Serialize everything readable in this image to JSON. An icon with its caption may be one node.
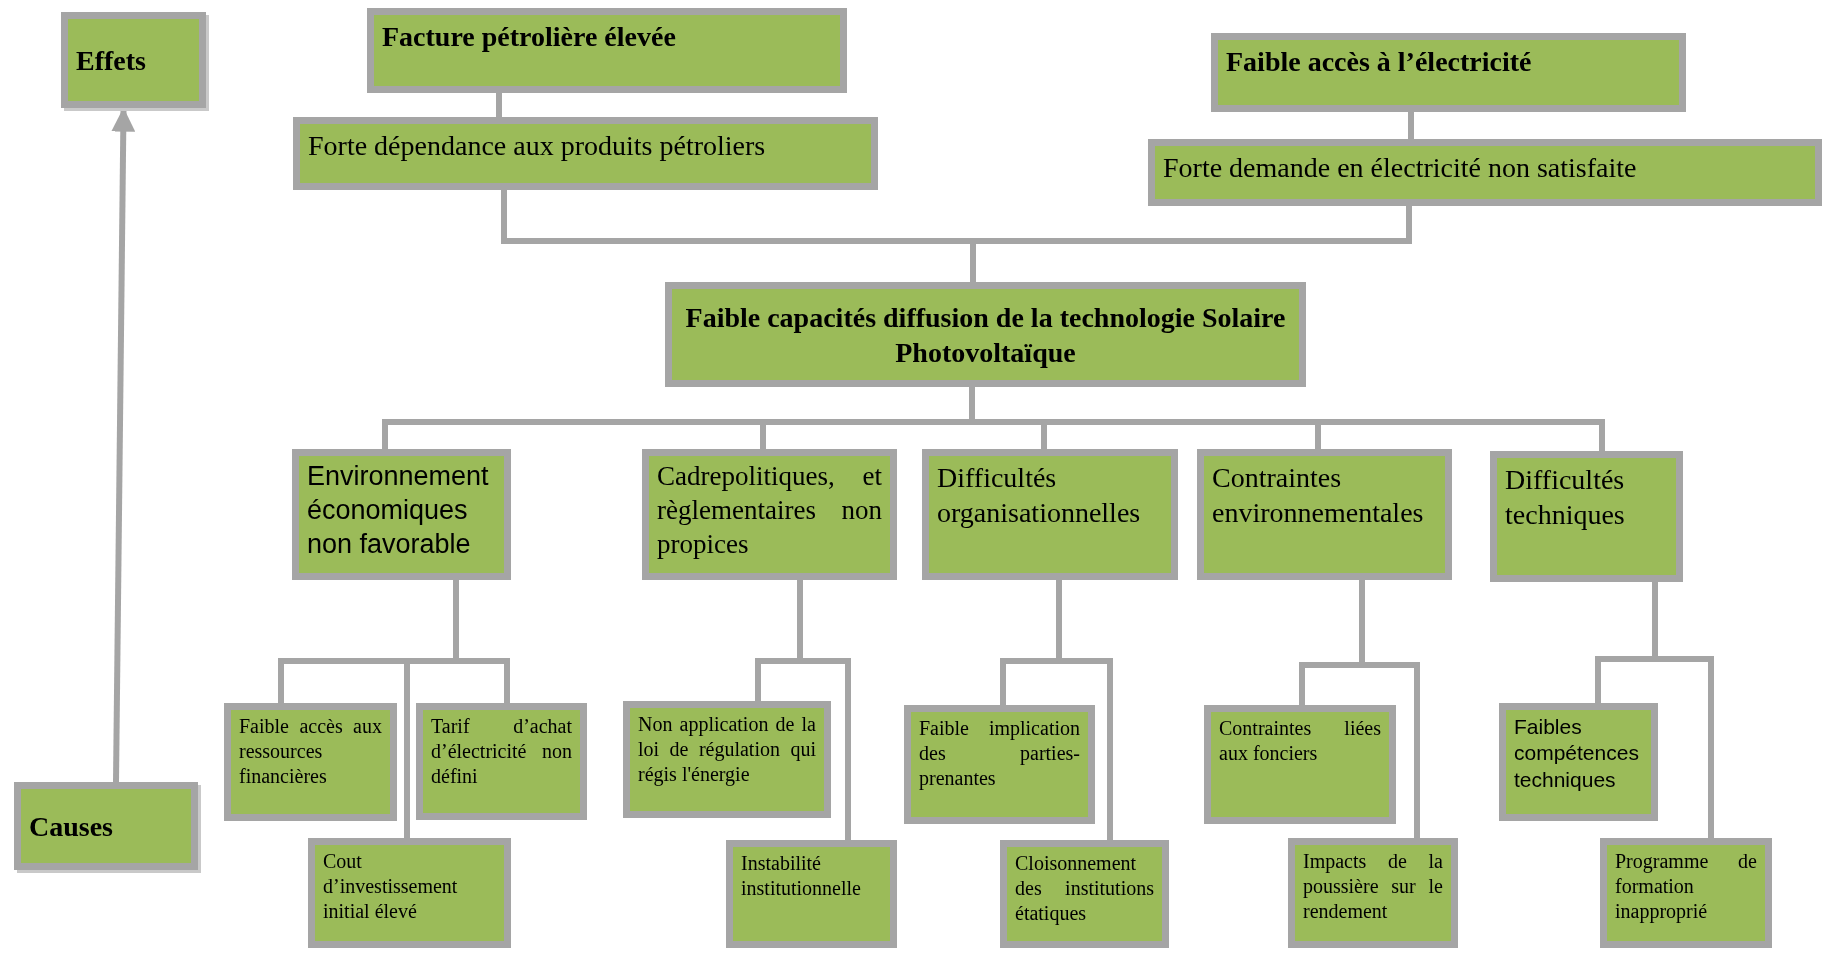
{
  "diagram": {
    "nodes": [
      {
        "text": [
          "Effets"
        ]
      },
      {
        "text": [
          "Causes"
        ]
      },
      {
        "text": [
          "Facture pétrolière élevée"
        ]
      },
      {
        "text": [
          "Forte dépendance aux produits pétroliers"
        ]
      },
      {
        "text": [
          "Faible accès à l’électricité"
        ]
      },
      {
        "text": [
          "Forte demande en électricité non satisfaite"
        ]
      },
      {
        "text": [
          "Faible capacités diffusion de la technologie Solaire Photovoltaïque"
        ]
      },
      {
        "text": [
          "Environnement économiques non favorable"
        ]
      },
      {
        "text": [
          "Cadrepolitiques, et règlementaires non propices"
        ]
      },
      {
        "text": [
          "Difficultés organisationnelles"
        ]
      },
      {
        "text": [
          "Contraintes environnementales"
        ]
      },
      {
        "text": [
          "Difficultés techniques"
        ]
      },
      {
        "text": [
          "Faible accès aux ressources financières"
        ]
      },
      {
        "text": [
          "Tarif d’achat d’électricité non défini"
        ]
      },
      {
        "text": [
          "Cout d’investissement initial élevé"
        ]
      },
      {
        "text": [
          "Non application de la loi de régulation qui régis l'énergie"
        ]
      },
      {
        "text": [
          "Instabilité institutionnelle"
        ]
      },
      {
        "text": [
          "Faible implication des parties-prenantes"
        ]
      },
      {
        "text": [
          "Cloisonnement des institutions étatiques"
        ]
      },
      {
        "text": [
          "Contraintes liées aux fonciers"
        ]
      },
      {
        "text": [
          "Impacts de la poussière sur le rendement"
        ]
      },
      {
        "text": [
          "Faibles compétences techniques"
        ]
      },
      {
        "text": [
          "Programme de formation inapproprié"
        ]
      }
    ],
    "edges": [
      {
        "from": 1,
        "to": 0,
        "arrow": "to"
      },
      {
        "from": 2,
        "to": 3,
        "arrow": "none"
      },
      {
        "from": 4,
        "to": 5,
        "arrow": "none"
      },
      {
        "from": 3,
        "to": 6,
        "arrow": "none"
      },
      {
        "from": 5,
        "to": 6,
        "arrow": "none"
      },
      {
        "from": 6,
        "to": 7,
        "arrow": "none"
      },
      {
        "from": 6,
        "to": 8,
        "arrow": "none"
      },
      {
        "from": 6,
        "to": 9,
        "arrow": "none"
      },
      {
        "from": 6,
        "to": 10,
        "arrow": "none"
      },
      {
        "from": 6,
        "to": 11,
        "arrow": "none"
      },
      {
        "from": 7,
        "to": 12,
        "arrow": "none"
      },
      {
        "from": 7,
        "to": 13,
        "arrow": "none"
      },
      {
        "from": 7,
        "to": 14,
        "arrow": "none"
      },
      {
        "from": 8,
        "to": 15,
        "arrow": "none"
      },
      {
        "from": 8,
        "to": 16,
        "arrow": "none"
      },
      {
        "from": 9,
        "to": 17,
        "arrow": "none"
      },
      {
        "from": 9,
        "to": 18,
        "arrow": "none"
      },
      {
        "from": 10,
        "to": 19,
        "arrow": "none"
      },
      {
        "from": 10,
        "to": 20,
        "arrow": "none"
      },
      {
        "from": 11,
        "to": 21,
        "arrow": "none"
      },
      {
        "from": 11,
        "to": 22,
        "arrow": "none"
      }
    ]
  }
}
